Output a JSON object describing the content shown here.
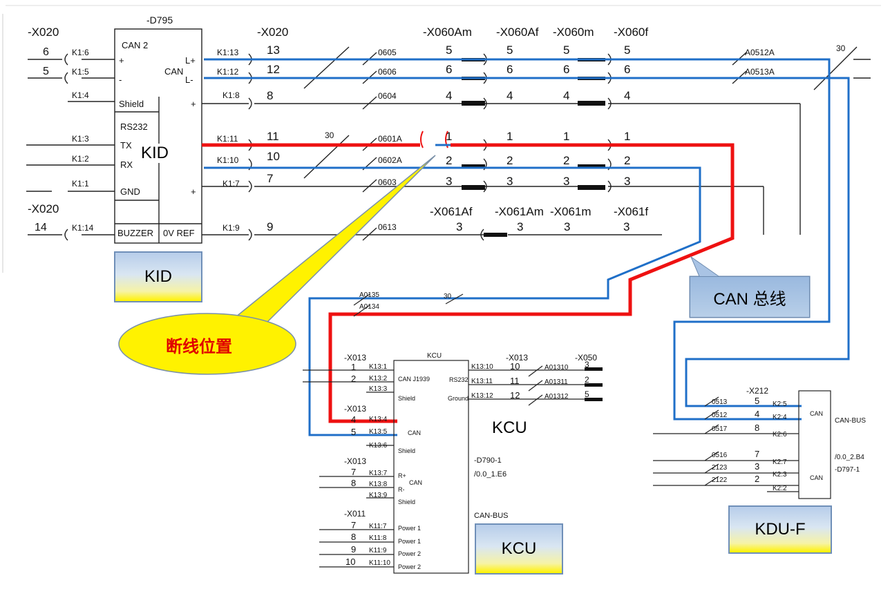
{
  "top_section": {
    "conn_x020_left": "-X020",
    "conn_x020_left2": "-X020",
    "device_d795": "-D795",
    "conn_x020_mid": "-X020",
    "conn_x060am": "-X060Am",
    "conn_x060af": "-X060Af",
    "conn_x060m": "-X060m",
    "conn_x060f": "-X060f",
    "conn_x061af": "-X061Af",
    "conn_x061am": "-X061Am",
    "conn_x061m": "-X061m",
    "conn_x061f": "-X061f",
    "left_pins": [
      "6",
      "5",
      "14"
    ],
    "left_terms": [
      "K1:6",
      "K1:5",
      "K1:4",
      "K1:3",
      "K1:2",
      "K1:1",
      "K1:14"
    ],
    "inner_labels": [
      "CAN 2",
      "+",
      "-",
      "CAN",
      "L+",
      "L-",
      "Shield",
      "RS232",
      "TX",
      "RX",
      "GND",
      "BUZZER",
      "0V REF",
      "+",
      "+"
    ],
    "right_terms": [
      "K1:13",
      "K1:12",
      "K1:8",
      "K1:11",
      "K1:10",
      "K1:7",
      "K1:9"
    ],
    "mid_pins": [
      "13",
      "12",
      "8",
      "11",
      "10",
      "7",
      "9"
    ],
    "wire_ids": [
      "0605",
      "0606",
      "0604",
      "0601A",
      "0602A",
      "0603",
      "0613"
    ],
    "wire_30_a": "30",
    "wire_30_b": "30",
    "x060_pins": [
      "5",
      "6",
      "4",
      "1",
      "2",
      "3"
    ],
    "x061_pins": [
      "3"
    ],
    "right_wires": [
      "A0512A",
      "A0513A"
    ]
  },
  "labels": {
    "kid_box": "KID",
    "kid_inner": "KID",
    "break_bubble": "断线位置",
    "can_callout": "CAN 总线",
    "kcu_box": "KCU",
    "kcu_inner": "KCU",
    "kduf_box": "KDU-F"
  },
  "kcu_section": {
    "wire_a0135": "A0135",
    "wire_a0134": "A0134",
    "wire_30": "30",
    "title": "KCU",
    "conn_x013_a": "-X013",
    "conn_x013_b": "-X013",
    "conn_x013_c": "-X013",
    "conn_x011": "-X011",
    "conn_x013_r": "-X013",
    "conn_x050": "-X050",
    "left_pins": [
      "1",
      "2",
      "4",
      "5",
      "7",
      "8",
      "7",
      "8",
      "9",
      "10"
    ],
    "left_terms": [
      "K13:1",
      "K13:2",
      "K13:3",
      "K13:4",
      "K13:5",
      "K13:6",
      "K13:7",
      "K13:8",
      "K13:9",
      "K11:7",
      "K11:8",
      "K11:9",
      "K11:10"
    ],
    "inner": [
      "CAN J1939",
      "Shield",
      "CAN",
      "Shield",
      "R+",
      "CAN",
      "R-",
      "Shield",
      "Power 1",
      "Power 1",
      "Power 2",
      "Power 2",
      "RS232",
      "Ground"
    ],
    "right_terms": [
      "K13:10",
      "K13:11",
      "K13:12"
    ],
    "right_pins": [
      "10",
      "11",
      "12"
    ],
    "right_wires": [
      "A01310",
      "A01311",
      "A01312"
    ],
    "x050_pins": [
      "3",
      "2",
      "5"
    ],
    "device": "-D790-1",
    "ref": "/0.0_1.E6",
    "bus": "CAN-BUS"
  },
  "kdu_section": {
    "conn_x212": "-X212",
    "wires": [
      "0513",
      "0512",
      "0517",
      "0516",
      "2123",
      "2122"
    ],
    "pins": [
      "5",
      "4",
      "8",
      "7",
      "3",
      "2"
    ],
    "terms": [
      "K2:5",
      "K2:4",
      "K2:6",
      "K2:7",
      "K2:3",
      "K2:2"
    ],
    "inner": [
      "CAN",
      "CAN"
    ],
    "bus": "CAN-BUS",
    "ref": "/0.0_2.B4",
    "device": "-D797-1"
  },
  "colors": {
    "blue_wire": "#1f6fc8",
    "red_wire": "#ee1111",
    "box_border": "#6f8fb8"
  }
}
